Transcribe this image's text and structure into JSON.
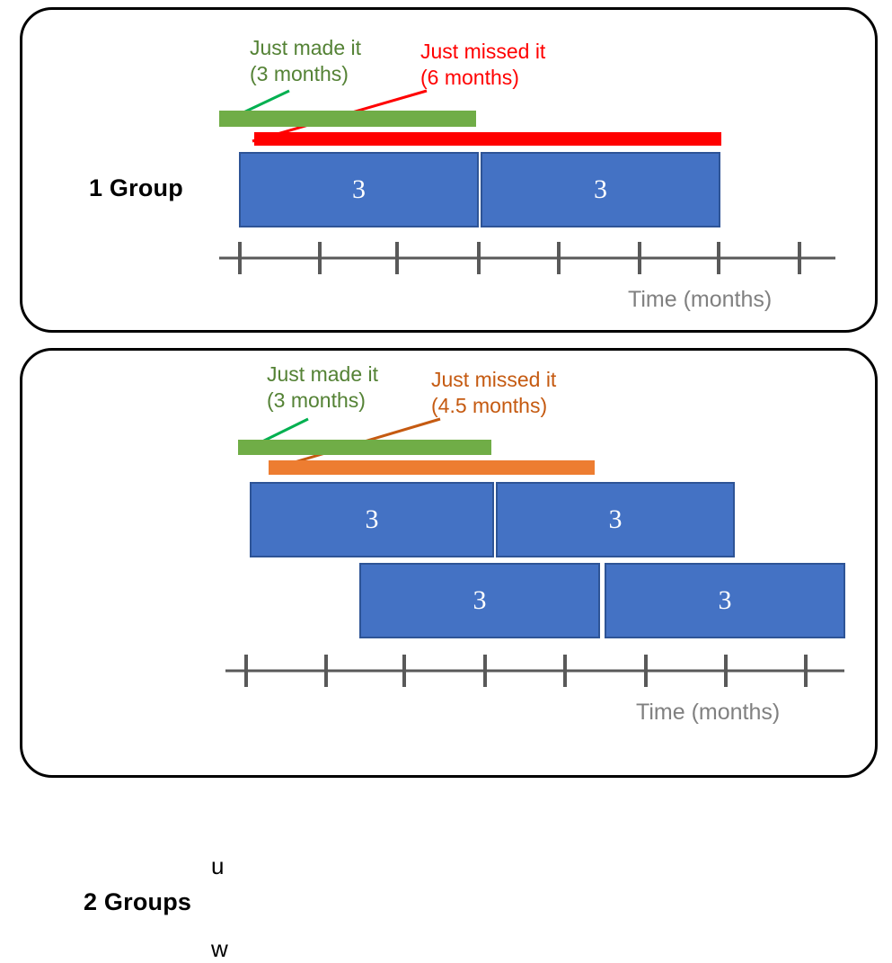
{
  "figure": {
    "axis_caption": "Time (months)",
    "colors": {
      "green_bar": "#70AD47",
      "green_text": "#548235",
      "green_leader": "#00B050",
      "red_bar": "#FF0000",
      "red_text": "#FF0000",
      "orange_bar": "#ED7D31",
      "orange_text": "#C55A11",
      "orange_leader": "#C55A11",
      "task_fill": "#4472C4",
      "task_border": "#2E5496",
      "panel_border": "#000000",
      "axis": "#595959",
      "caption_text": "#808080"
    }
  },
  "panels": [
    {
      "title": "1 Group",
      "callouts": [
        {
          "name": "just-made-it",
          "line1": "Just made it",
          "line2": "(3 months)",
          "color": "#548235"
        },
        {
          "name": "just-missed-it",
          "line1": "Just missed it",
          "line2": "(6 months)",
          "color": "#FF0000"
        }
      ],
      "deadline_bars": [
        {
          "name": "made-it-bar",
          "label": "3 months",
          "color": "#70AD47"
        },
        {
          "name": "missed-it-bar",
          "label": "6 months",
          "color": "#FF0000"
        }
      ],
      "rows": [
        {
          "label": "",
          "tasks": [
            {
              "duration": "3"
            },
            {
              "duration": "3"
            }
          ]
        }
      ],
      "axis_caption": "Time (months)",
      "tick_count": 8
    },
    {
      "title": "2 Groups",
      "callouts": [
        {
          "name": "just-made-it",
          "line1": "Just made it",
          "line2": "(3 months)",
          "color": "#548235"
        },
        {
          "name": "just-missed-it",
          "line1": "Just missed it",
          "line2": "(4.5 months)",
          "color": "#C55A11"
        }
      ],
      "deadline_bars": [
        {
          "name": "made-it-bar",
          "label": "3 months",
          "color": "#70AD47"
        },
        {
          "name": "missed-it-bar",
          "label": "4.5 months",
          "color": "#ED7D31"
        }
      ],
      "rows": [
        {
          "label": "u",
          "tasks": [
            {
              "duration": "3"
            },
            {
              "duration": "3"
            }
          ]
        },
        {
          "label": "w",
          "tasks": [
            {
              "duration": "3"
            },
            {
              "duration": "3"
            }
          ]
        }
      ],
      "axis_caption": "Time (months)",
      "tick_count": 8
    }
  ]
}
